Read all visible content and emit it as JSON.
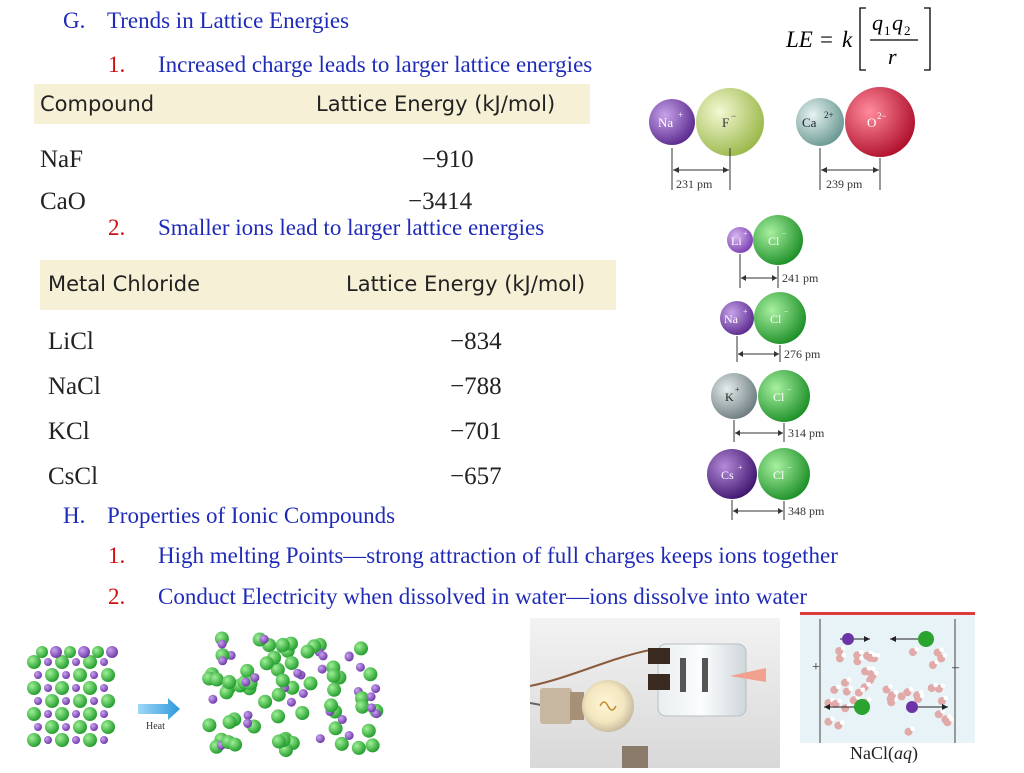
{
  "sectionG": {
    "letter": "G.",
    "title": "Trends in Lattice Energies"
  },
  "pointG1": {
    "num": "1.",
    "text": "Increased charge leads to larger lattice energies"
  },
  "pointG2": {
    "num": "2.",
    "text": "Smaller ions lead to larger lattice energies"
  },
  "formula": {
    "lhs": "LE",
    "eq": "=",
    "k": "k",
    "q1": "q",
    "sub1": "1",
    "q2": "q",
    "sub2": "2",
    "r": "r"
  },
  "table1": {
    "headers": [
      "Compound",
      "Lattice Energy (kJ/mol)"
    ],
    "rows": [
      {
        "name": "NaF",
        "value": "−910"
      },
      {
        "name": "CaO",
        "value": "−3414"
      }
    ]
  },
  "table2": {
    "headers": [
      "Metal Chloride",
      "Lattice Energy (kJ/mol)"
    ],
    "rows": [
      {
        "name": "LiCl",
        "value": "−834"
      },
      {
        "name": "NaCl",
        "value": "−788"
      },
      {
        "name": "KCl",
        "value": "−701"
      },
      {
        "name": "CsCl",
        "value": "−657"
      }
    ]
  },
  "ionPairs": {
    "naf": {
      "cation": "Na",
      "cationCharge": "+",
      "anion": "F",
      "anionCharge": "−",
      "distance": "231 pm"
    },
    "cao": {
      "cation": "Ca",
      "cationCharge": "2+",
      "anion": "O",
      "anionCharge": "2−",
      "distance": "239 pm"
    }
  },
  "chlorides": [
    {
      "cation": "Li",
      "charge": "+",
      "anion": "Cl",
      "anionCharge": "−",
      "distance": "241 pm"
    },
    {
      "cation": "Na",
      "charge": "+",
      "anion": "Cl",
      "anionCharge": "−",
      "distance": "276 pm"
    },
    {
      "cation": "K",
      "charge": "+",
      "anion": "Cl",
      "anionCharge": "−",
      "distance": "314 pm"
    },
    {
      "cation": "Cs",
      "charge": "+",
      "anion": "Cl",
      "anionCharge": "−",
      "distance": "348 pm"
    }
  ],
  "sectionH": {
    "letter": "H.",
    "title": "Properties of Ionic Compounds"
  },
  "pointH1": {
    "num": "1.",
    "text": "High melting Points—strong attraction of full charges keeps ions together"
  },
  "pointH2": {
    "num": "2.",
    "text": "Conduct Electricity when dissolved in water—ions dissolve into water"
  },
  "heatLabel": "Heat",
  "naclLabel": {
    "main": "NaCl(",
    "aq": "aq",
    "close": ")"
  },
  "colors": {
    "heading": "#1f2bb8",
    "number": "#d01010",
    "tableHeader": "#f6f0d6",
    "naPurple": "#7a3fb0",
    "fYellowGreen": "#c9dc7a",
    "caTeal": "#8fb8b2",
    "oRed": "#d8213f",
    "clGreen": "#3fbf3f",
    "kGray": "#8f9ea0",
    "csPurple": "#5a2a8e"
  }
}
